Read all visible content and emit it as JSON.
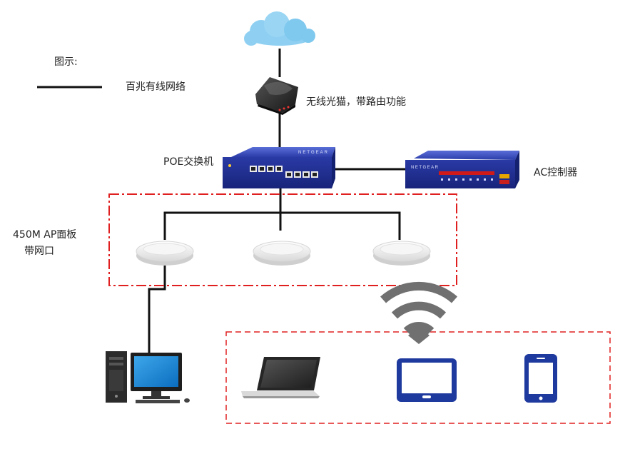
{
  "legend": {
    "title": "图示:",
    "line_label": "百兆有线网络"
  },
  "nodes": {
    "modem": "无线光猫，带路由功能",
    "switch": "POE交换机",
    "controller": "AC控制器",
    "ap_line1": "450M AP面板",
    "ap_line2": "带网口"
  },
  "brand": "NETGEAR",
  "colors": {
    "wire": "#111111",
    "group_border": "#e02020",
    "device_blue": "#1f2f99",
    "wifi": "#707070",
    "cloud": "#7fc8ee"
  },
  "icons": [
    "cloud-icon",
    "modem-icon",
    "switch-icon",
    "controller-icon",
    "ap-icon",
    "desktop-icon",
    "laptop-icon",
    "tablet-icon",
    "phone-icon",
    "wifi-icon"
  ]
}
